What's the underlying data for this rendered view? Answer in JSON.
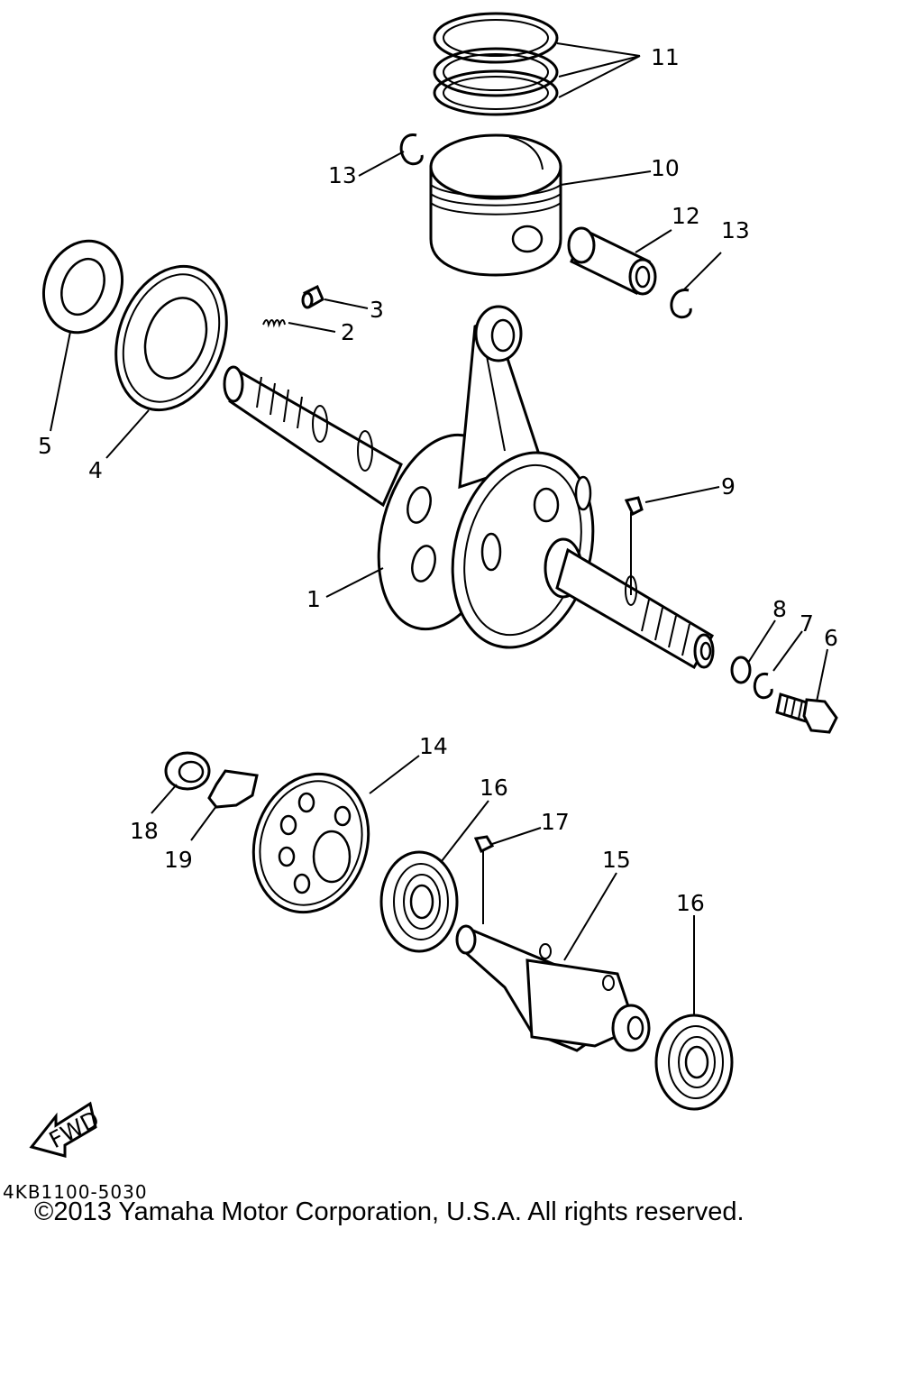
{
  "diagram": {
    "callouts": {
      "c1": "1",
      "c2": "2",
      "c3": "3",
      "c4": "4",
      "c5": "5",
      "c6": "6",
      "c7": "7",
      "c8": "8",
      "c9": "9",
      "c10": "10",
      "c11": "11",
      "c12": "12",
      "c13a": "13",
      "c13b": "13",
      "c14": "14",
      "c15": "15",
      "c16a": "16",
      "c16b": "16",
      "c17": "17",
      "c18": "18",
      "c19": "19"
    },
    "fwd_label": "FWD",
    "part_code": "4KB1100-5030",
    "copyright": "©2013 Yamaha Motor Corporation, U.S.A. All rights reserved."
  }
}
